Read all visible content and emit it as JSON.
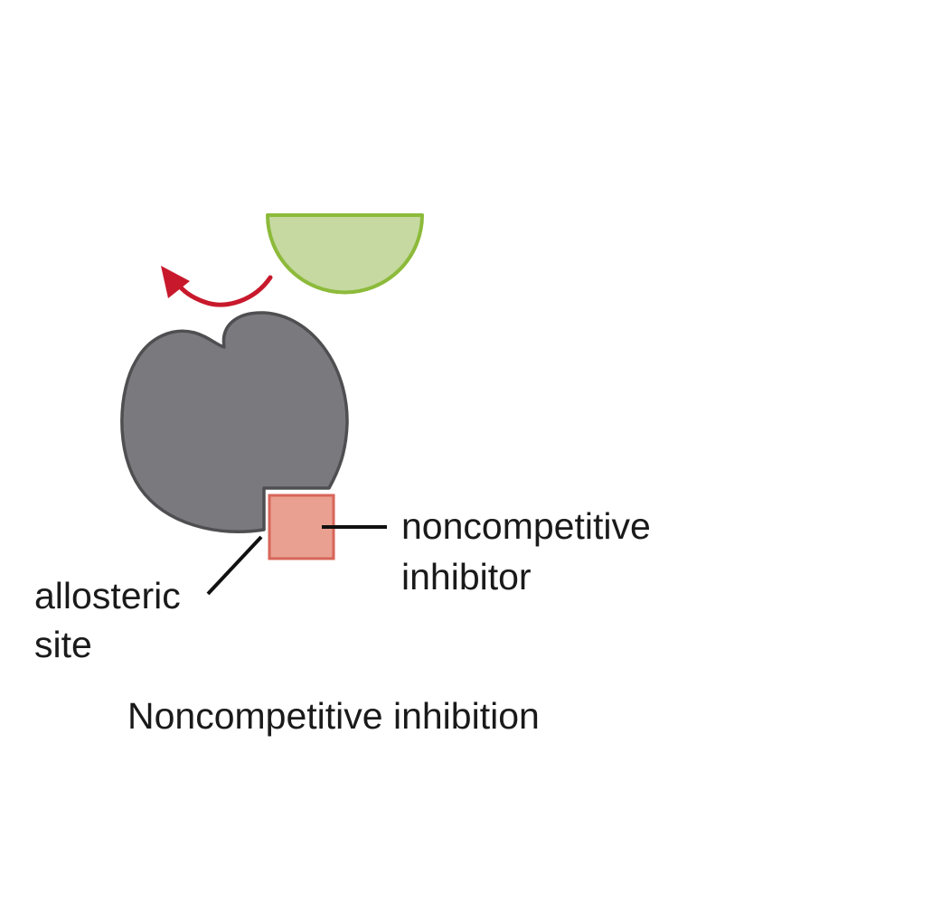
{
  "labels": {
    "inhibitor_line1": "noncompetitive",
    "inhibitor_line2": "inhibitor",
    "site_line1": "allosteric",
    "site_line2": "site",
    "caption": "Noncompetitive inhibition"
  },
  "colors": {
    "enzyme_fill": "#7a7a7e",
    "enzyme_stroke": "#4f4f52",
    "substrate_fill": "#c5d9a0",
    "substrate_stroke": "#8cba3a",
    "inhibitor_fill": "#e9a090",
    "inhibitor_stroke": "#d8655a",
    "arrow": "#c8192c",
    "leader_line": "#111111"
  },
  "icons": {
    "enzyme": "enzyme-shape-icon",
    "substrate": "substrate-half-disc-icon",
    "inhibitor": "inhibitor-square-icon",
    "arrow": "curved-arrow-icon"
  }
}
